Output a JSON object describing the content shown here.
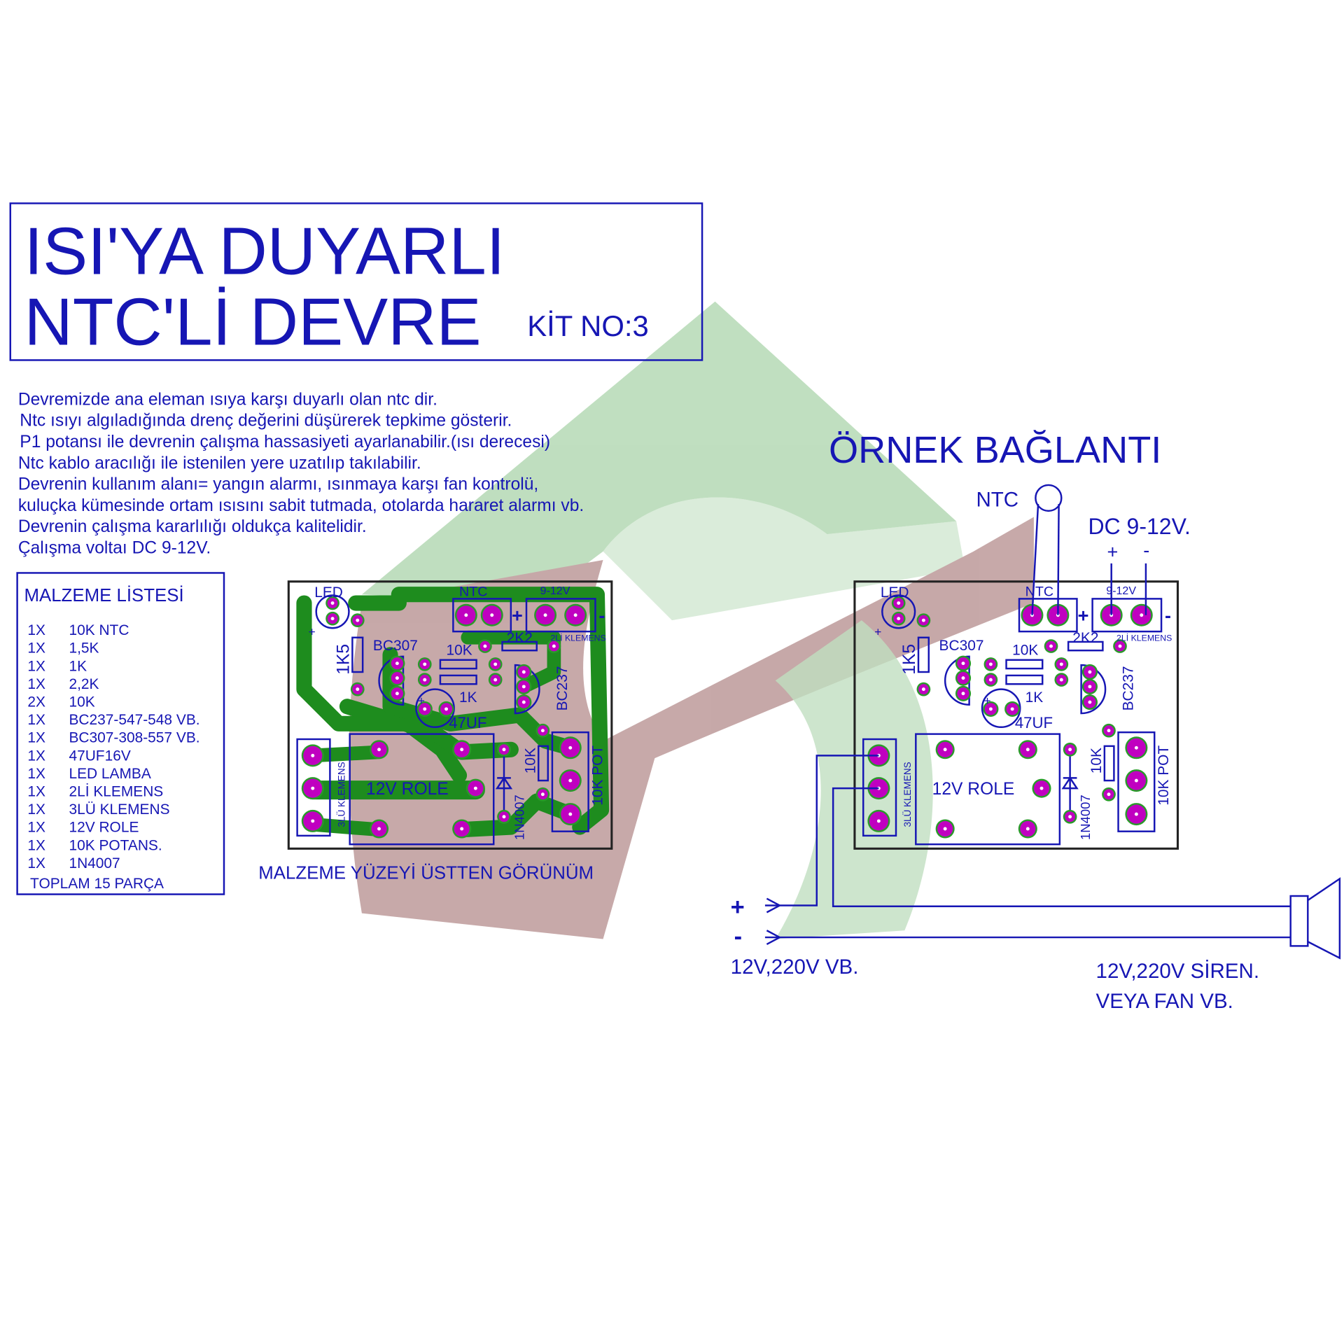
{
  "title": {
    "line1": "ISI'YA DUYARLI",
    "line2": "NTC'Lİ DEVRE",
    "kit": "KİT NO:3"
  },
  "description": [
    "Devremizde ana eleman ısıya karşı duyarlı olan ntc dir.",
    "Ntc ısıyı algıladığında drenç değerini düşürerek tepkime gösterir.",
    "P1 potansı ile devrenin çalışma hassasiyeti ayarlanabilir.(ısı derecesi)",
    "Ntc kablo aracılığı ile istenilen yere uzatılıp takılabilir.",
    "Devrenin kullanım alanı= yangın alarmı, ısınmaya karşı fan kontrolü,",
    "kuluçka kümesinde ortam ısısını sabit tutmada, otolarda hararet alarmı vb.",
    "Devrenin çalışma kararlılığı oldukça kalitelidir.",
    "Çalışma voltaı DC 9-12V."
  ],
  "parts_list": {
    "title": "MALZEME LİSTESİ",
    "items": [
      {
        "qty": "1X",
        "name": "10K NTC"
      },
      {
        "qty": "1X",
        "name": "1,5K"
      },
      {
        "qty": "1X",
        "name": "1K"
      },
      {
        "qty": "1X",
        "name": "2,2K"
      },
      {
        "qty": "2X",
        "name": "10K"
      },
      {
        "qty": "1X",
        "name": "BC237-547-548 VB."
      },
      {
        "qty": "1X",
        "name": "BC307-308-557 VB."
      },
      {
        "qty": "1X",
        "name": "47UF16V"
      },
      {
        "qty": "1X",
        "name": "LED LAMBA"
      },
      {
        "qty": "1X",
        "name": "2Lİ KLEMENS"
      },
      {
        "qty": "1X",
        "name": "3LÜ KLEMENS"
      },
      {
        "qty": "1X",
        "name": "12V ROLE"
      },
      {
        "qty": "1X",
        "name": "10K POTANS."
      },
      {
        "qty": "1X",
        "name": "1N4007"
      }
    ],
    "total": "TOPLAM 15 PARÇA"
  },
  "pcb_labels": {
    "led": "LED",
    "ntc": "NTC",
    "supply": "9-12V",
    "plus": "+",
    "minus": "-",
    "klemens2": "2Lİ KLEMENS",
    "r_1k5": "1K5",
    "bc307": "BC307",
    "r_10k": "10K",
    "r_2k2": "2K2",
    "r_1k": "1K",
    "bc237": "BC237",
    "cap": "47UF",
    "klemens3": "3LÜ KLEMENS",
    "relay": "12V ROLE",
    "diode": "1N4007",
    "r_10k_b": "10K",
    "pot": "10K POT"
  },
  "top_view_caption": "MALZEME YÜZEYİ ÜSTTEN GÖRÜNÜM",
  "example": {
    "title": "ÖRNEK BAĞLANTI",
    "ntc_label": "NTC",
    "dc_label": "DC 9-12V.",
    "dc_plus": "+",
    "dc_minus": "-",
    "in_plus": "+",
    "in_minus": "-",
    "source_label": "12V,220V  VB.",
    "load_label1": "12V,220V SİREN.",
    "load_label2": "VEYA FAN VB."
  },
  "colors": {
    "ink": "#1616b4",
    "pad": "#c000c0",
    "copper": "#1e8c1e",
    "watermark_green": "#a9d3a9",
    "watermark_brown": "#b89090"
  }
}
